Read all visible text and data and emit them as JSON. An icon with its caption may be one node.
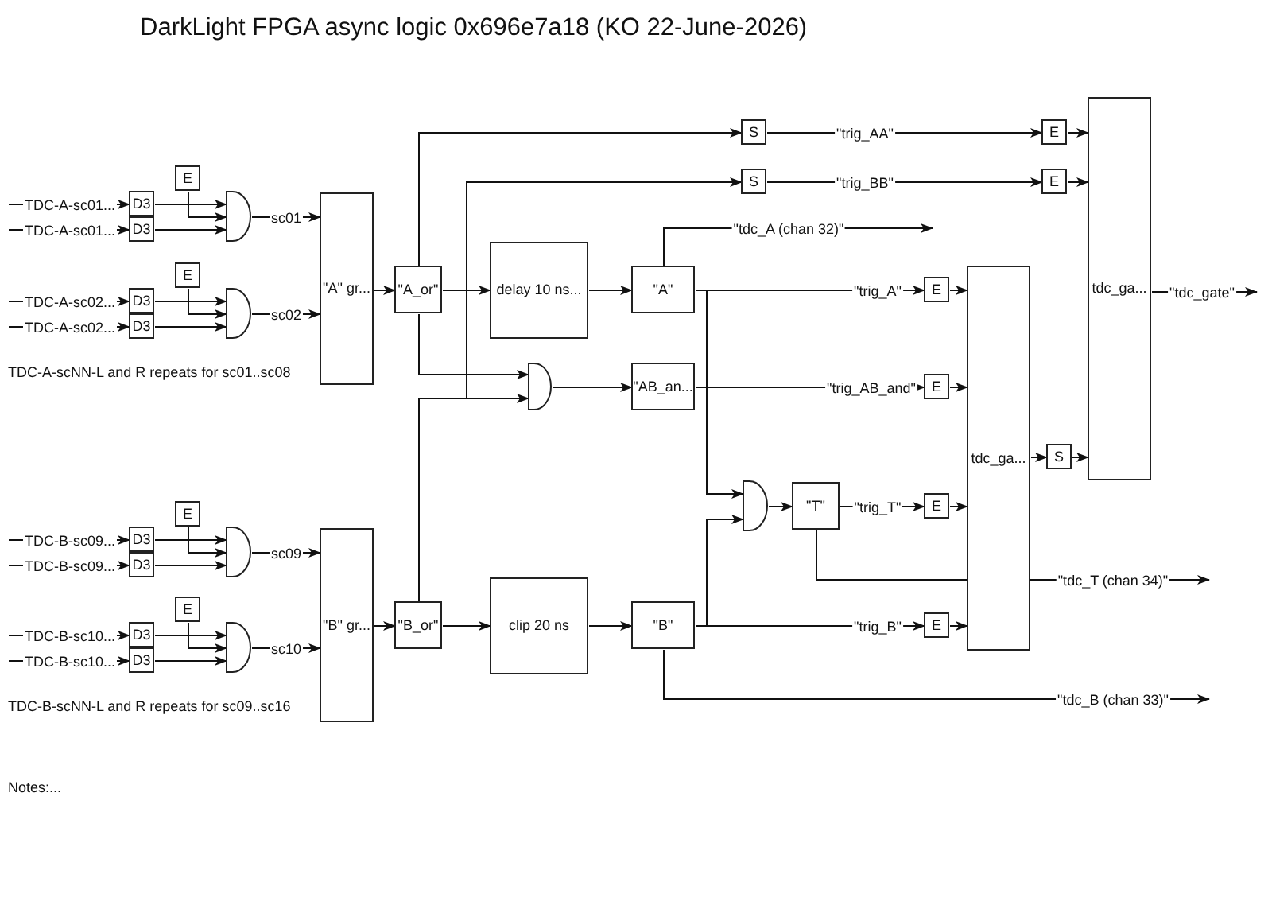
{
  "diagram": {
    "title": "DarkLight FPGA async logic 0x696e7a18 (KO 22-June-2026)",
    "nodes": [
      {
        "text": [
          "D3"
        ]
      },
      {
        "text": [
          "D3"
        ]
      },
      {
        "text": [
          "E"
        ]
      },
      {
        "text": [],
        "shape": "gate"
      },
      {
        "text": [
          "D3"
        ]
      },
      {
        "text": [
          "D3"
        ]
      },
      {
        "text": [
          "E"
        ]
      },
      {
        "text": [],
        "shape": "gate"
      },
      {
        "text": [
          "D3"
        ]
      },
      {
        "text": [
          "D3"
        ]
      },
      {
        "text": [
          "E"
        ]
      },
      {
        "text": [],
        "shape": "gate"
      },
      {
        "text": [
          "D3"
        ]
      },
      {
        "text": [
          "D3"
        ]
      },
      {
        "text": [
          "E"
        ]
      },
      {
        "text": [],
        "shape": "gate"
      },
      {
        "text": [
          "\"A\" gr..."
        ]
      },
      {
        "text": [
          "\"B\" gr..."
        ]
      },
      {
        "text": [
          "\"A_or\""
        ]
      },
      {
        "text": [
          "\"B_or\""
        ]
      },
      {
        "text": [
          "delay 10 ns..."
        ]
      },
      {
        "text": [
          "clip 20 ns"
        ]
      },
      {
        "text": [],
        "shape": "gate"
      },
      {
        "text": [
          "\"A\""
        ]
      },
      {
        "text": [
          "\"AB_an..."
        ]
      },
      {
        "text": [
          "\"B\""
        ]
      },
      {
        "text": [],
        "shape": "gate"
      },
      {
        "text": [
          "\"T\""
        ]
      },
      {
        "text": [
          "S"
        ]
      },
      {
        "text": [
          "S"
        ]
      },
      {
        "text": [
          "E"
        ]
      },
      {
        "text": [
          "E"
        ]
      },
      {
        "text": [
          "E"
        ]
      },
      {
        "text": [
          "E"
        ]
      },
      {
        "text": [
          "E"
        ]
      },
      {
        "text": [
          "E"
        ]
      },
      {
        "text": [
          "tdc_ga..."
        ]
      },
      {
        "text": [
          "S"
        ]
      },
      {
        "text": [
          "tdc_ga..."
        ]
      }
    ],
    "edges": [
      {
        "from": null,
        "to": 0,
        "arrow": "to",
        "label": "TDC-A-sc01..."
      },
      {
        "from": null,
        "to": 1,
        "arrow": "to",
        "label": "TDC-A-sc01..."
      },
      {
        "from": 0,
        "to": 3,
        "arrow": "to"
      },
      {
        "from": 2,
        "to": 3,
        "arrow": "to"
      },
      {
        "from": 1,
        "to": 3,
        "arrow": "to"
      },
      {
        "from": 3,
        "to": 16,
        "arrow": "to",
        "label": "sc01"
      },
      {
        "from": null,
        "to": 4,
        "arrow": "to",
        "label": "TDC-A-sc02..."
      },
      {
        "from": null,
        "to": 5,
        "arrow": "to",
        "label": "TDC-A-sc02..."
      },
      {
        "from": 4,
        "to": 7,
        "arrow": "to"
      },
      {
        "from": 6,
        "to": 7,
        "arrow": "to"
      },
      {
        "from": 5,
        "to": 7,
        "arrow": "to"
      },
      {
        "from": 7,
        "to": 16,
        "arrow": "to",
        "label": "sc02"
      },
      {
        "from": null,
        "to": 8,
        "arrow": "to",
        "label": "TDC-B-sc09..."
      },
      {
        "from": null,
        "to": 9,
        "arrow": "to",
        "label": "TDC-B-sc09..."
      },
      {
        "from": 8,
        "to": 11,
        "arrow": "to"
      },
      {
        "from": 10,
        "to": 11,
        "arrow": "to"
      },
      {
        "from": 9,
        "to": 11,
        "arrow": "to"
      },
      {
        "from": 11,
        "to": 17,
        "arrow": "to",
        "label": "sc09"
      },
      {
        "from": null,
        "to": 12,
        "arrow": "to",
        "label": "TDC-B-sc10..."
      },
      {
        "from": null,
        "to": 13,
        "arrow": "to",
        "label": "TDC-B-sc10..."
      },
      {
        "from": 12,
        "to": 15,
        "arrow": "to"
      },
      {
        "from": 14,
        "to": 15,
        "arrow": "to"
      },
      {
        "from": 13,
        "to": 15,
        "arrow": "to"
      },
      {
        "from": 15,
        "to": 17,
        "arrow": "to",
        "label": "sc10"
      },
      {
        "from": 16,
        "to": 18,
        "arrow": "to"
      },
      {
        "from": 17,
        "to": 19,
        "arrow": "to"
      },
      {
        "from": 18,
        "to": 28,
        "arrow": "to"
      },
      {
        "from": 18,
        "to": 20,
        "arrow": "to"
      },
      {
        "from": 18,
        "to": 22,
        "arrow": "to"
      },
      {
        "from": 19,
        "to": 22,
        "arrow": "to"
      },
      {
        "from": 19,
        "to": 29,
        "arrow": "to"
      },
      {
        "from": 19,
        "to": 21,
        "arrow": "to"
      },
      {
        "from": 20,
        "to": 23,
        "arrow": "to"
      },
      {
        "from": 21,
        "to": 25,
        "arrow": "to"
      },
      {
        "from": 22,
        "to": 24,
        "arrow": "to"
      },
      {
        "from": 23,
        "to": null,
        "arrow": "to",
        "label": "\"tdc_A (chan 32)\""
      },
      {
        "from": 23,
        "to": 32,
        "arrow": "to",
        "label": "\"trig_A\""
      },
      {
        "from": 23,
        "to": 26,
        "arrow": "to"
      },
      {
        "from": 24,
        "to": 33,
        "arrow": "to",
        "label": "\"trig_AB_and\""
      },
      {
        "from": 25,
        "to": 26,
        "arrow": "to"
      },
      {
        "from": 25,
        "to": 35,
        "arrow": "to",
        "label": "\"trig_B\""
      },
      {
        "from": 25,
        "to": null,
        "arrow": "to",
        "label": "\"tdc_B (chan 33)\""
      },
      {
        "from": 26,
        "to": 27,
        "arrow": "to"
      },
      {
        "from": 27,
        "to": 34,
        "arrow": "to",
        "label": "\"trig_T\""
      },
      {
        "from": 27,
        "to": null,
        "arrow": "to",
        "label": "\"tdc_T (chan 34)\""
      },
      {
        "from": 28,
        "to": 30,
        "arrow": "to",
        "label": "\"trig_AA\""
      },
      {
        "from": 29,
        "to": 31,
        "arrow": "to",
        "label": "\"trig_BB\""
      },
      {
        "from": 30,
        "to": 38,
        "arrow": "to"
      },
      {
        "from": 31,
        "to": 38,
        "arrow": "to"
      },
      {
        "from": 32,
        "to": 36,
        "arrow": "to"
      },
      {
        "from": 33,
        "to": 36,
        "arrow": "to"
      },
      {
        "from": 34,
        "to": 36,
        "arrow": "to"
      },
      {
        "from": 35,
        "to": 36,
        "arrow": "to"
      },
      {
        "from": 36,
        "to": 37,
        "arrow": "to"
      },
      {
        "from": 37,
        "to": 38,
        "arrow": "to"
      },
      {
        "from": 38,
        "to": null,
        "arrow": "to",
        "label": "\"tdc_gate\""
      }
    ],
    "labels": [
      "TDC-A-scNN-L and R repeats for sc01..sc08",
      "TDC-B-scNN-L and R repeats for sc09..sc16",
      "Notes:..."
    ]
  }
}
